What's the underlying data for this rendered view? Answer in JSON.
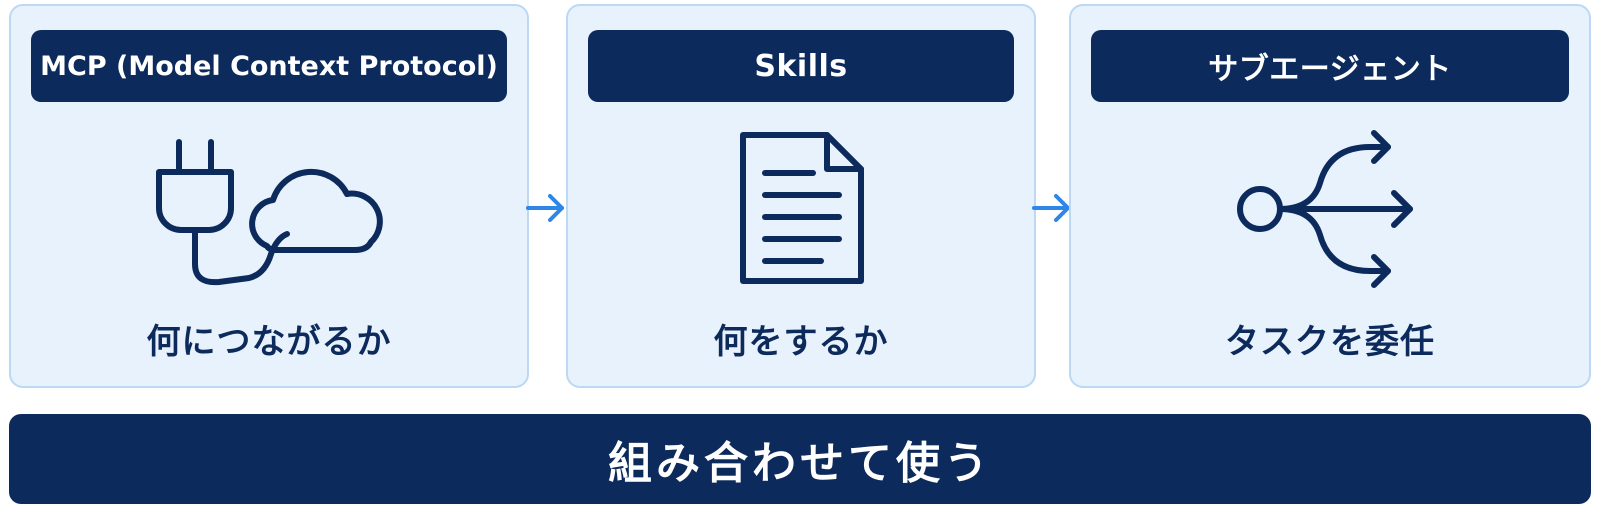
{
  "cards": [
    {
      "title": "MCP (Model Context Protocol)",
      "icon": "plug-cloud-icon",
      "caption": "何につながるか"
    },
    {
      "title": "Skills",
      "icon": "document-icon",
      "caption": "何をするか"
    },
    {
      "title": "サブエージェント",
      "icon": "branching-arrows-icon",
      "caption": "タスクを委任"
    }
  ],
  "connectors": [
    "arrow-right-icon",
    "arrow-right-icon"
  ],
  "footer": {
    "label": "組み合わせて使う"
  },
  "colors": {
    "navy": "#0c2a5c",
    "card_background": "#e8f2fc",
    "card_border": "#bcd8f3",
    "arrow_blue": "#2e86e6"
  }
}
